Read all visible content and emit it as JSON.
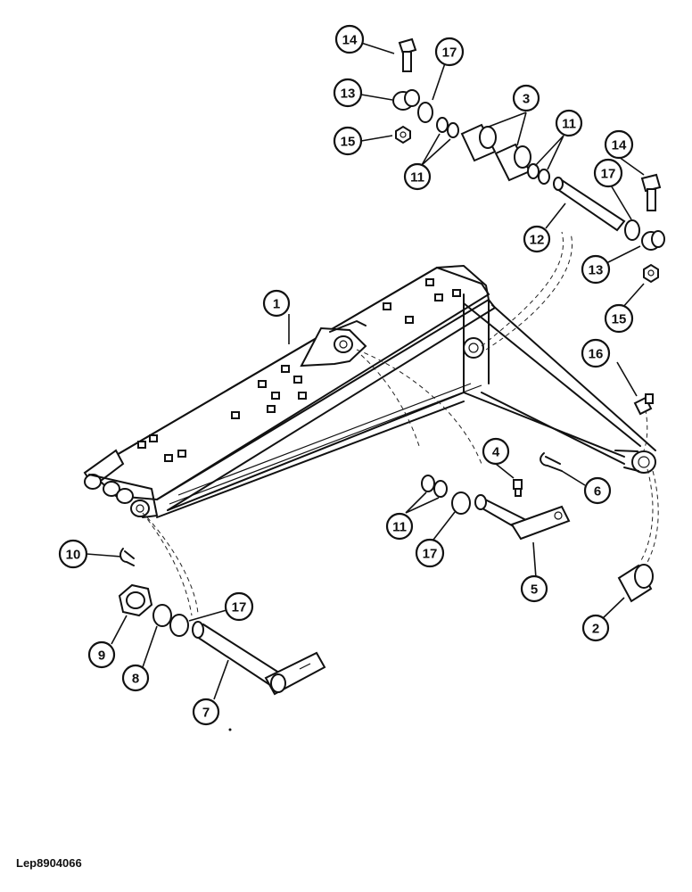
{
  "callouts": [
    {
      "id": "c1",
      "label": "1"
    },
    {
      "id": "c2",
      "label": "2"
    },
    {
      "id": "c3",
      "label": "3"
    },
    {
      "id": "c4",
      "label": "4"
    },
    {
      "id": "c5",
      "label": "5"
    },
    {
      "id": "c6",
      "label": "6"
    },
    {
      "id": "c7",
      "label": "7"
    },
    {
      "id": "c8",
      "label": "8"
    },
    {
      "id": "c9",
      "label": "9"
    },
    {
      "id": "c10",
      "label": "10"
    },
    {
      "id": "c11a",
      "label": "11"
    },
    {
      "id": "c11b",
      "label": "11"
    },
    {
      "id": "c11c",
      "label": "11"
    },
    {
      "id": "c12",
      "label": "12"
    },
    {
      "id": "c13a",
      "label": "13"
    },
    {
      "id": "c13b",
      "label": "13"
    },
    {
      "id": "c14a",
      "label": "14"
    },
    {
      "id": "c14b",
      "label": "14"
    },
    {
      "id": "c15a",
      "label": "15"
    },
    {
      "id": "c15b",
      "label": "15"
    },
    {
      "id": "c16",
      "label": "16"
    },
    {
      "id": "c17a",
      "label": "17"
    },
    {
      "id": "c17b",
      "label": "17"
    },
    {
      "id": "c17c",
      "label": "17"
    },
    {
      "id": "c17d",
      "label": "17"
    }
  ],
  "reference": "Lep8904066"
}
